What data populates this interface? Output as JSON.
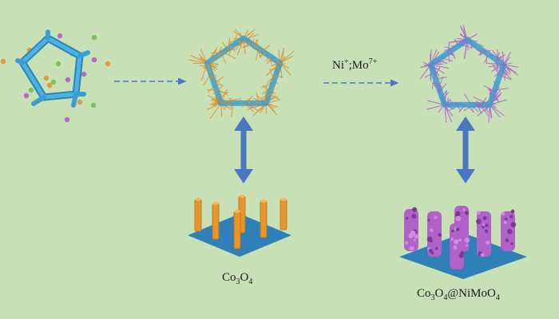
{
  "labels": {
    "reagents": {
      "a": "Ni",
      "a_sup": "+",
      "sep": ";Mo",
      "b_sup": "7+"
    },
    "product1": {
      "co": "Co",
      "co_sub": "3",
      "o": "O",
      "o_sub": "4"
    },
    "product2": {
      "co": "Co",
      "co_sub": "3",
      "o": "O",
      "o_sub": "4",
      "rest": "@NiMoO",
      "rest_sub": "4"
    }
  },
  "colors": {
    "background": "#c7e0b5",
    "framework": "#3a9fd0",
    "arrow": "#4a78c0",
    "co3o4": "#e0902a",
    "nimoo4": "#b060c8",
    "substrate": "#2f7fb8"
  }
}
